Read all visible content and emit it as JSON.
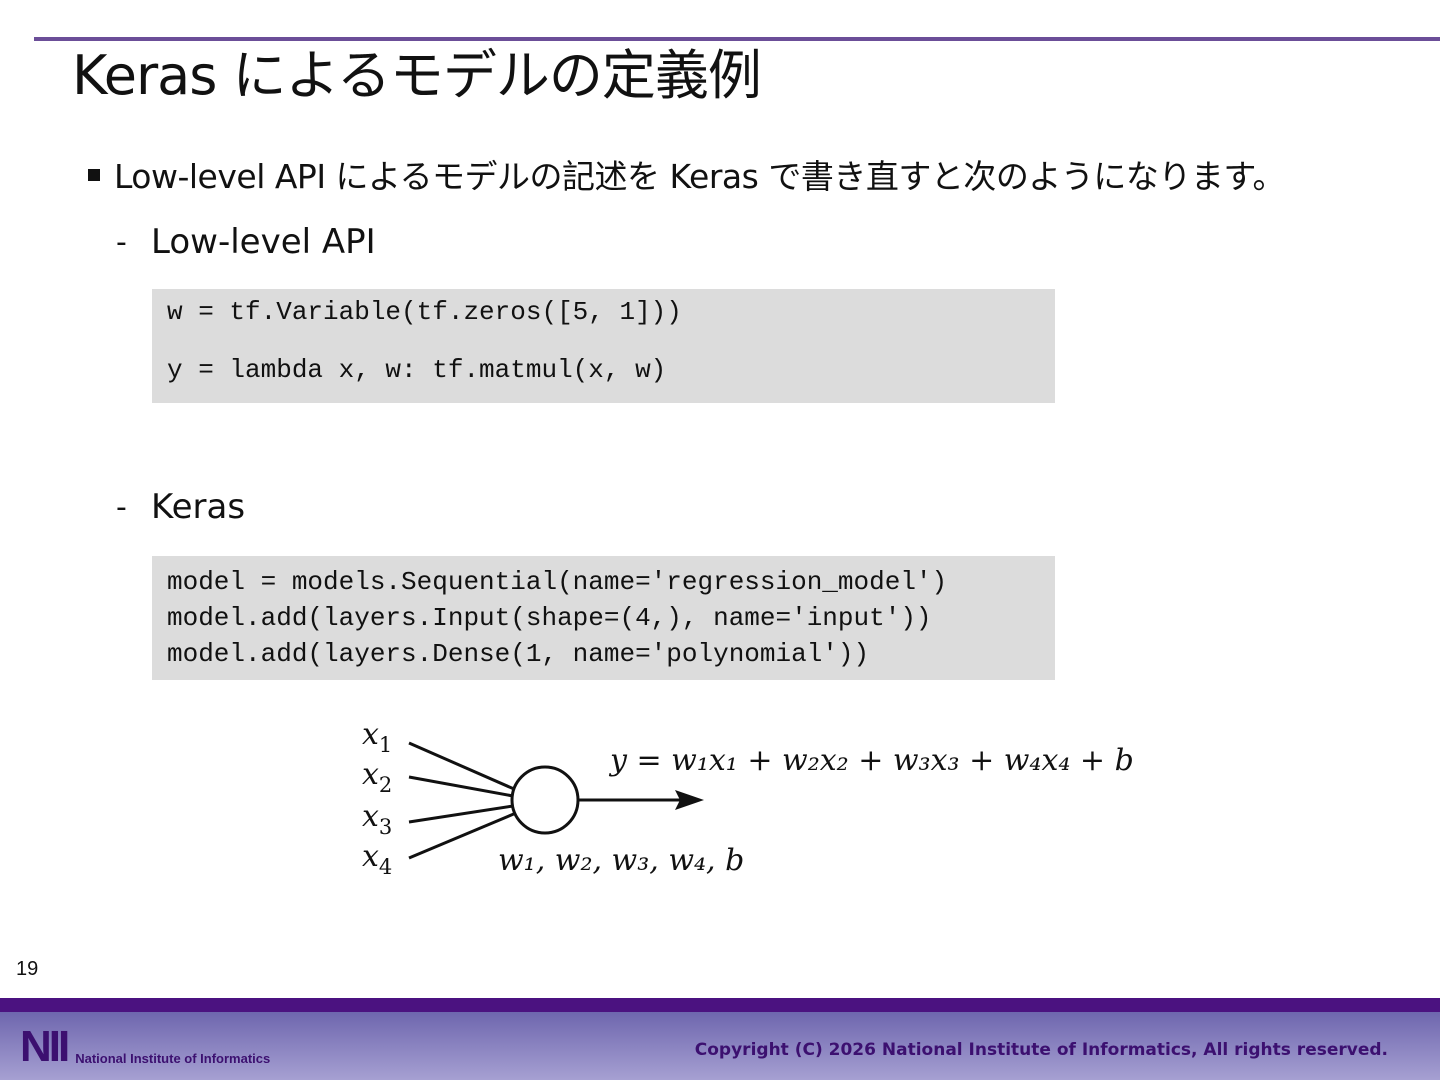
{
  "slide": {
    "title": "Keras によるモデルの定義例",
    "bullet": "Low-level API によるモデルの記述を Keras で書き直すと次のようになります。",
    "section_low_level": {
      "dash": "-",
      "label": "Low-level API",
      "code": [
        "w = tf.Variable(tf.zeros([5, 1]))",
        "y = lambda x, w: tf.matmul(x, w)"
      ]
    },
    "section_keras": {
      "dash": "-",
      "label": "Keras",
      "code": [
        "model = models.Sequential(name='regression_model')",
        "model.add(layers.Input(shape=(4,), name='input'))",
        "model.add(layers.Dense(1, name='polynomial'))"
      ]
    }
  },
  "diagram": {
    "inputs": [
      {
        "var": "x",
        "sub": "1"
      },
      {
        "var": "x",
        "sub": "2"
      },
      {
        "var": "x",
        "sub": "3"
      },
      {
        "var": "x",
        "sub": "4"
      }
    ],
    "output_formula": "y = w₁x₁ + w₂x₂ + w₃x₃ + w₄x₄ + b",
    "parameters": "w₁, w₂, w₃, w₄, b"
  },
  "footer": {
    "page_number": "19",
    "logo_text": "NII",
    "logo_name": "National Institute of Informatics",
    "copyright": "Copyright (C) 2026 National Institute of Informatics, All rights reserved."
  },
  "colors": {
    "accent_rule": "#6b4e98",
    "footer_band": "#4b1280",
    "footer_text": "#3c1070",
    "code_background": "#dcdcdc"
  }
}
